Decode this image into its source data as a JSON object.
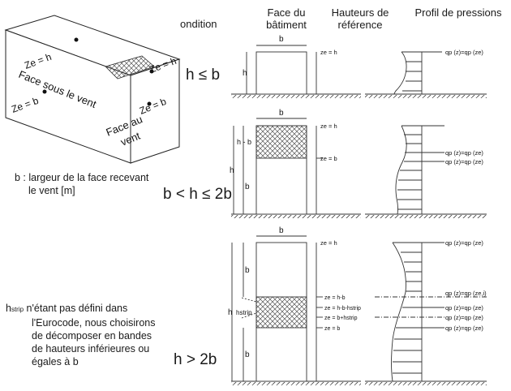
{
  "headers": {
    "condition": "ondition",
    "face": [
      "Face du",
      "bâtiment"
    ],
    "hauteurs": [
      "Hauteurs de",
      "référence"
    ],
    "profil": "Profil de pressions"
  },
  "iso_labels": {
    "ze_h_top": "Ze = h",
    "ze_h_right": "Ze = h",
    "ze_b_left": "Ze = b",
    "ze_b_right": "Ze = b",
    "face_sous": "Face sous le vent",
    "face_au": "Face au",
    "vent": "vent"
  },
  "conditions": {
    "c1": "h ≤ b",
    "c2": "b < h ≤ 2b",
    "c3": "h > 2b"
  },
  "note_b": [
    "b : largeur de la face recevant",
    "le vent [m]"
  ],
  "note_strip": {
    "h": "h",
    "sub": "strip",
    "lines": [
      " n'étant pas défini dans",
      "l'Eurocode, nous choisirons",
      "de décomposer en bandes",
      "de hauteurs inférieures ou",
      "égales à b"
    ]
  },
  "diagram1": {
    "b": "b",
    "h": "h",
    "z": "ze = h",
    "q": "qp (z)=qp (ze)"
  },
  "diagram2": {
    "b": "b",
    "h": "h",
    "hb": "h - b",
    "b2": "b",
    "z_top": "ze = h",
    "z_bot": "ze = b",
    "q_top": "qp (z)=qp (ze)",
    "q_bot": "qp (z)=qp (ze)"
  },
  "diagram3": {
    "b": "b",
    "h": "h",
    "hstrip": "hstrip",
    "b_top": "b",
    "b_bot": "b",
    "z_labels": [
      "ze = h",
      "ze = h-b",
      "ze = h-b-hstrip",
      "ze = b+hstrip",
      "ze = b"
    ],
    "q_labels": [
      "qp (z)=qp (ze)",
      "qp (z)=qp (ze,i)",
      "qp (z)=qp (ze)",
      "qp (z)=qp (ze)",
      "qp (z)=qp (ze)"
    ]
  }
}
